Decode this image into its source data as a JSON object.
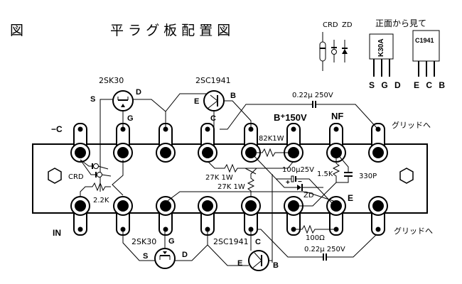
{
  "title": {
    "left": "図",
    "main": "平 ラ グ 板 配 置 図"
  },
  "legend": {
    "crd_label": "CRD",
    "zd_label": "ZD",
    "front_view_label": "正面から見て",
    "fet_marking": "K30A",
    "fet_pins": "S G D",
    "bjt_marking": "C1941",
    "bjt_pins": "E C B"
  },
  "top_stage": {
    "fet_name": "2SK30",
    "fet_s": "S",
    "fet_d": "D",
    "fet_g": "G",
    "bjt_name": "2SC1941",
    "bjt_e": "E",
    "bjt_b": "B",
    "bjt_c": "C",
    "cap_label": "0.22µ 250V"
  },
  "bottom_stage": {
    "fet_name": "2SK30",
    "fet_s": "S",
    "fet_d": "D",
    "fet_g": "G",
    "bjt_name": "2SC1941",
    "bjt_e": "E",
    "bjt_b": "B",
    "bjt_c": "C",
    "cap_label": "0.22µ 250V"
  },
  "terminals": {
    "minus_c": "−C",
    "b_plus": "B⁺150V",
    "nf": "NF",
    "grid_top": "グリッドへ",
    "grid_bottom": "グリッドへ",
    "input": "IN",
    "e_label": "E"
  },
  "components": {
    "r_82k": "82K1W",
    "r_27k_a": "27K 1W",
    "r_27k_b": "27K 1W",
    "c_100u": "100µ25V",
    "r_1_5k": "1.5K",
    "c_330p": "330P",
    "zd": "ZD",
    "crd": "CRD",
    "r_2_2k": "2.2K",
    "r_100": "100Ω",
    "plus": "+",
    "minus": "−"
  }
}
